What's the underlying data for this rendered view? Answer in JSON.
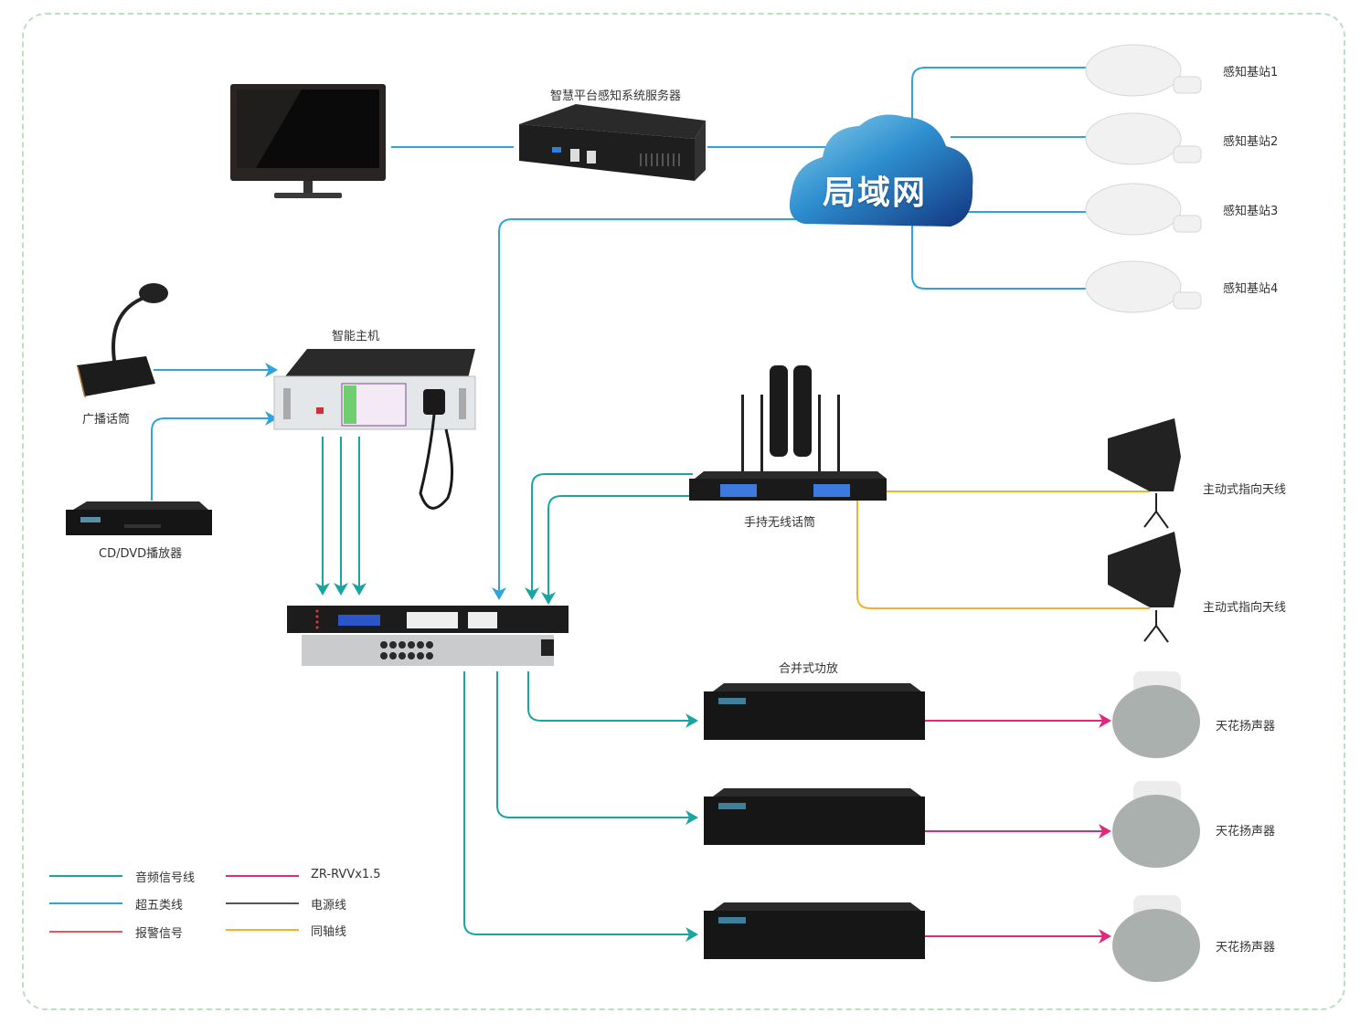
{
  "colors": {
    "audio": "#1aa6a0",
    "cat5e": "#2ea3dc",
    "alarm": "#e8585a",
    "zr_rvv": "#e0287d",
    "power": "#555555",
    "coax": "#f0b22e",
    "frame": "#b9e0c4"
  },
  "nodes": {
    "server": "智慧平台感知系统服务器",
    "lan": "局域网",
    "sensors": [
      "感知基站1",
      "感知基站2",
      "感知基站3",
      "感知基站4"
    ],
    "host": "智能主机",
    "paging_mic": "广播话筒",
    "cd_player": "CD/DVD播放器",
    "wireless_mic": "手持无线话筒",
    "antennas": [
      "主动式指向天线",
      "主动式指向天线"
    ],
    "amplifier": "合并式功放",
    "speakers": [
      "天花扬声器",
      "天花扬声器",
      "天花扬声器"
    ]
  },
  "legend": [
    {
      "label": "音频信号线",
      "color": "#1aa6a0"
    },
    {
      "label": "超五类线",
      "color": "#2ea3dc"
    },
    {
      "label": "报警信号",
      "color": "#e8585a"
    },
    {
      "label": "ZR-RVVx1.5",
      "color": "#e0287d"
    },
    {
      "label": "电源线",
      "color": "#555555"
    },
    {
      "label": "同轴线",
      "color": "#f0b22e"
    }
  ]
}
